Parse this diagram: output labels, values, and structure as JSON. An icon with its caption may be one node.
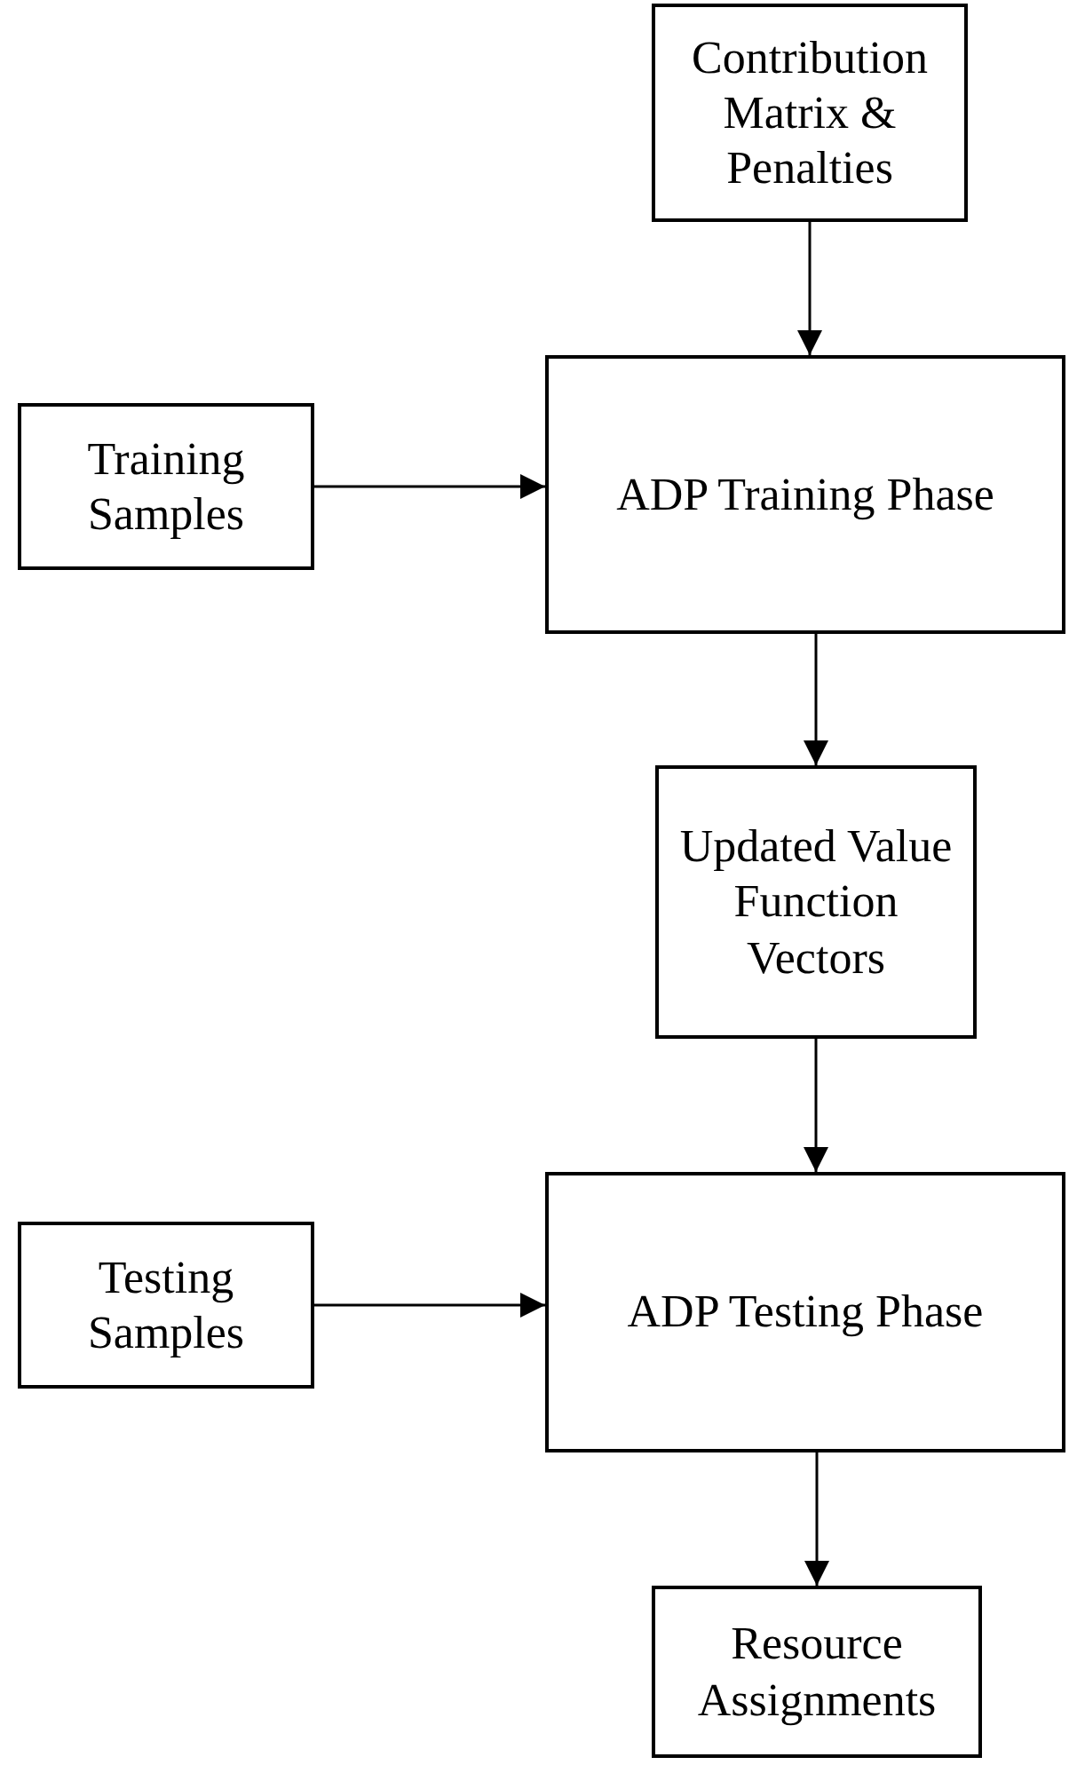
{
  "diagram": {
    "nodes": [
      {
        "text": [
          "Contribution Matrix & Penalties"
        ]
      },
      {
        "text": [
          "Training Samples"
        ]
      },
      {
        "text": [
          "ADP Training Phase"
        ]
      },
      {
        "text": [
          "Updated Value Function Vectors"
        ]
      },
      {
        "text": [
          "Testing Samples"
        ]
      },
      {
        "text": [
          "ADP Testing Phase"
        ]
      },
      {
        "text": [
          "Resource Assignments"
        ]
      }
    ],
    "edges": [
      {
        "from": 0,
        "to": 2,
        "arrow": "to"
      },
      {
        "from": 1,
        "to": 2,
        "arrow": "to"
      },
      {
        "from": 2,
        "to": 3,
        "arrow": "to"
      },
      {
        "from": 3,
        "to": 5,
        "arrow": "to"
      },
      {
        "from": 4,
        "to": 5,
        "arrow": "to"
      },
      {
        "from": 5,
        "to": 6,
        "arrow": "to"
      }
    ]
  }
}
